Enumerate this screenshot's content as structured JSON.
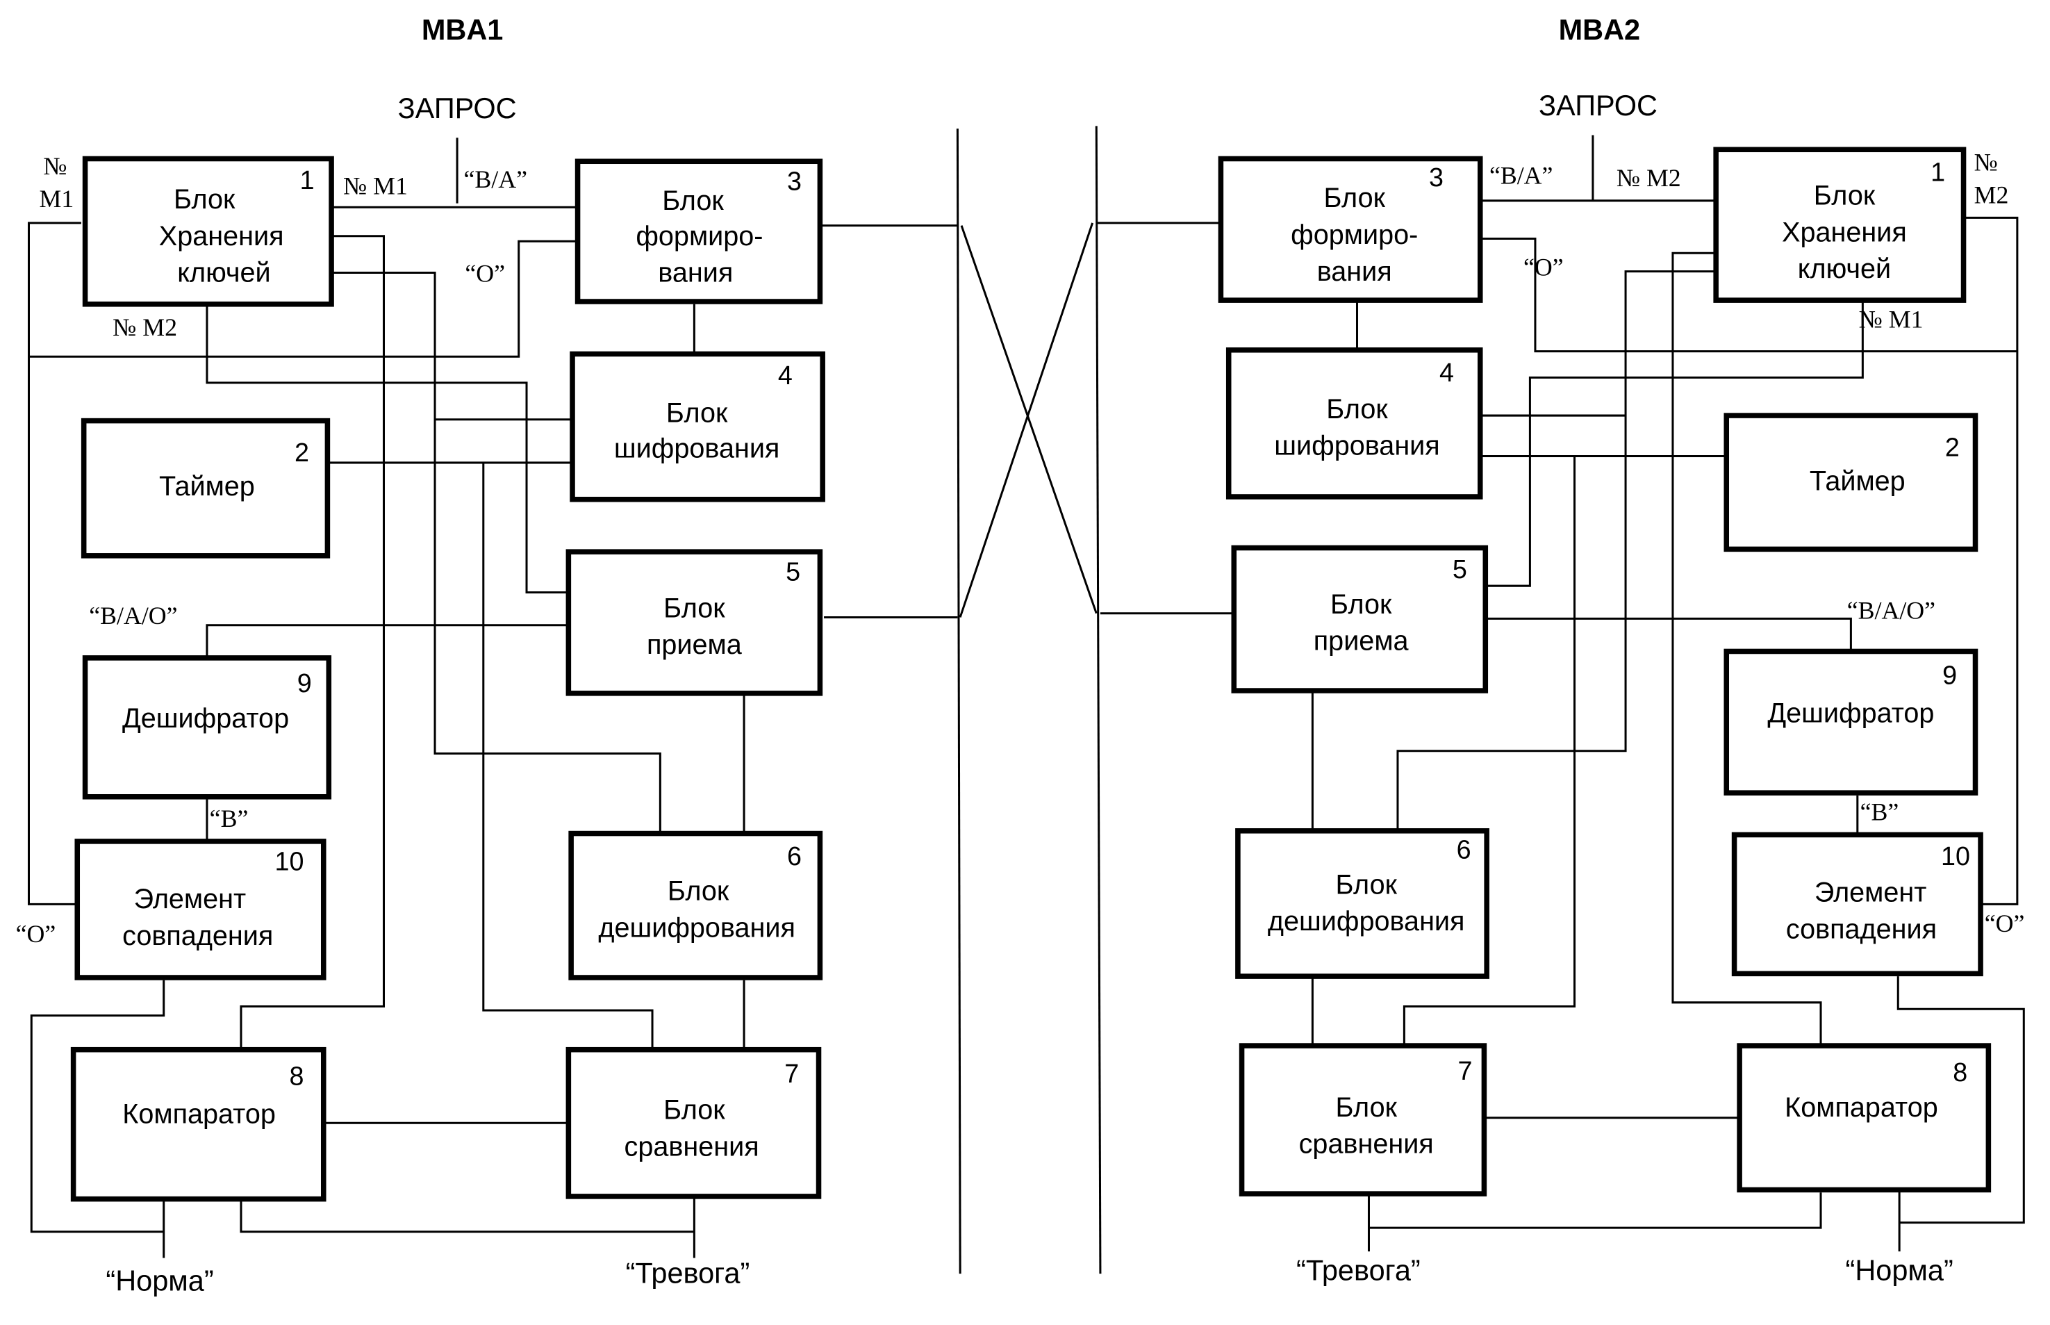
{
  "titles": {
    "left": "MBA1",
    "right": "MBA2"
  },
  "request_label": "ЗАПРОС",
  "blocks": {
    "b1": {
      "num": "1",
      "lines": [
        "Блок",
        "Хранения",
        "ключей"
      ]
    },
    "b2": {
      "num": "2",
      "lines": [
        "Таймер"
      ]
    },
    "b3": {
      "num": "3",
      "lines": [
        "Блок",
        "формиро-",
        "вания"
      ]
    },
    "b4": {
      "num": "4",
      "lines": [
        "Блок",
        "шифрования"
      ]
    },
    "b5": {
      "num": "5",
      "lines": [
        "Блок",
        "приема"
      ]
    },
    "b6": {
      "num": "6",
      "lines": [
        "Блок",
        "дешифрования"
      ]
    },
    "b7": {
      "num": "7",
      "lines": [
        "Блок",
        "сравнения"
      ]
    },
    "b8": {
      "num": "8",
      "lines": [
        "Компаратор"
      ]
    },
    "b9": {
      "num": "9",
      "lines": [
        "Дешифратор"
      ]
    },
    "b10": {
      "num": "10",
      "lines": [
        "Элемент",
        "совпадения"
      ]
    }
  },
  "signals": {
    "no": "№",
    "m1": "M1",
    "m2": "M2",
    "no_m1": "№ M1",
    "no_m2": "№ M2",
    "ba": "“B/A”",
    "o": "“O”",
    "bao": "“B/A/O”",
    "b": "“B”"
  },
  "outputs": {
    "norma": "“Норма”",
    "trevoga": "“Тревога”"
  }
}
